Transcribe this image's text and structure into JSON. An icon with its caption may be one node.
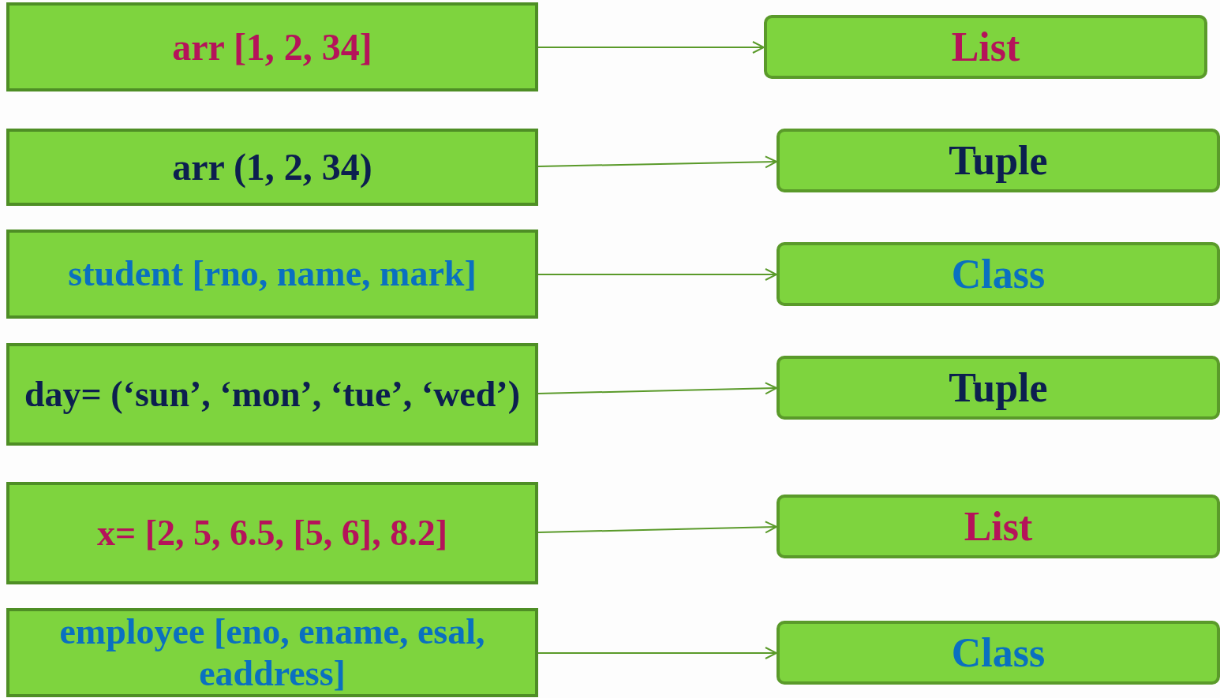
{
  "diagram": {
    "nodes": [
      {
        "text": [
          "arr [1, 2, 34]"
        ]
      },
      {
        "text": [
          "List"
        ]
      },
      {
        "text": [
          "arr (1, 2, 34)"
        ]
      },
      {
        "text": [
          "Tuple"
        ]
      },
      {
        "text": [
          "student [rno, name, mark]"
        ]
      },
      {
        "text": [
          "Class"
        ]
      },
      {
        "text": [
          "day= (‘sun’, ‘mon’, ‘tue’, ‘wed’)"
        ]
      },
      {
        "text": [
          "Tuple"
        ]
      },
      {
        "text": [
          "x= [2, 5, 6.5, [5, 6], 8.2]"
        ]
      },
      {
        "text": [
          "List"
        ]
      },
      {
        "text": [
          "employee [eno, ename, esal, eaddress]"
        ]
      },
      {
        "text": [
          "Class"
        ]
      }
    ],
    "edges": [
      {
        "from": 0,
        "to": 1,
        "arrow": "to"
      },
      {
        "from": 2,
        "to": 3,
        "arrow": "to"
      },
      {
        "from": 4,
        "to": 5,
        "arrow": "to"
      },
      {
        "from": 6,
        "to": 7,
        "arrow": "to"
      },
      {
        "from": 8,
        "to": 9,
        "arrow": "to"
      },
      {
        "from": 10,
        "to": 11,
        "arrow": "to"
      }
    ]
  }
}
